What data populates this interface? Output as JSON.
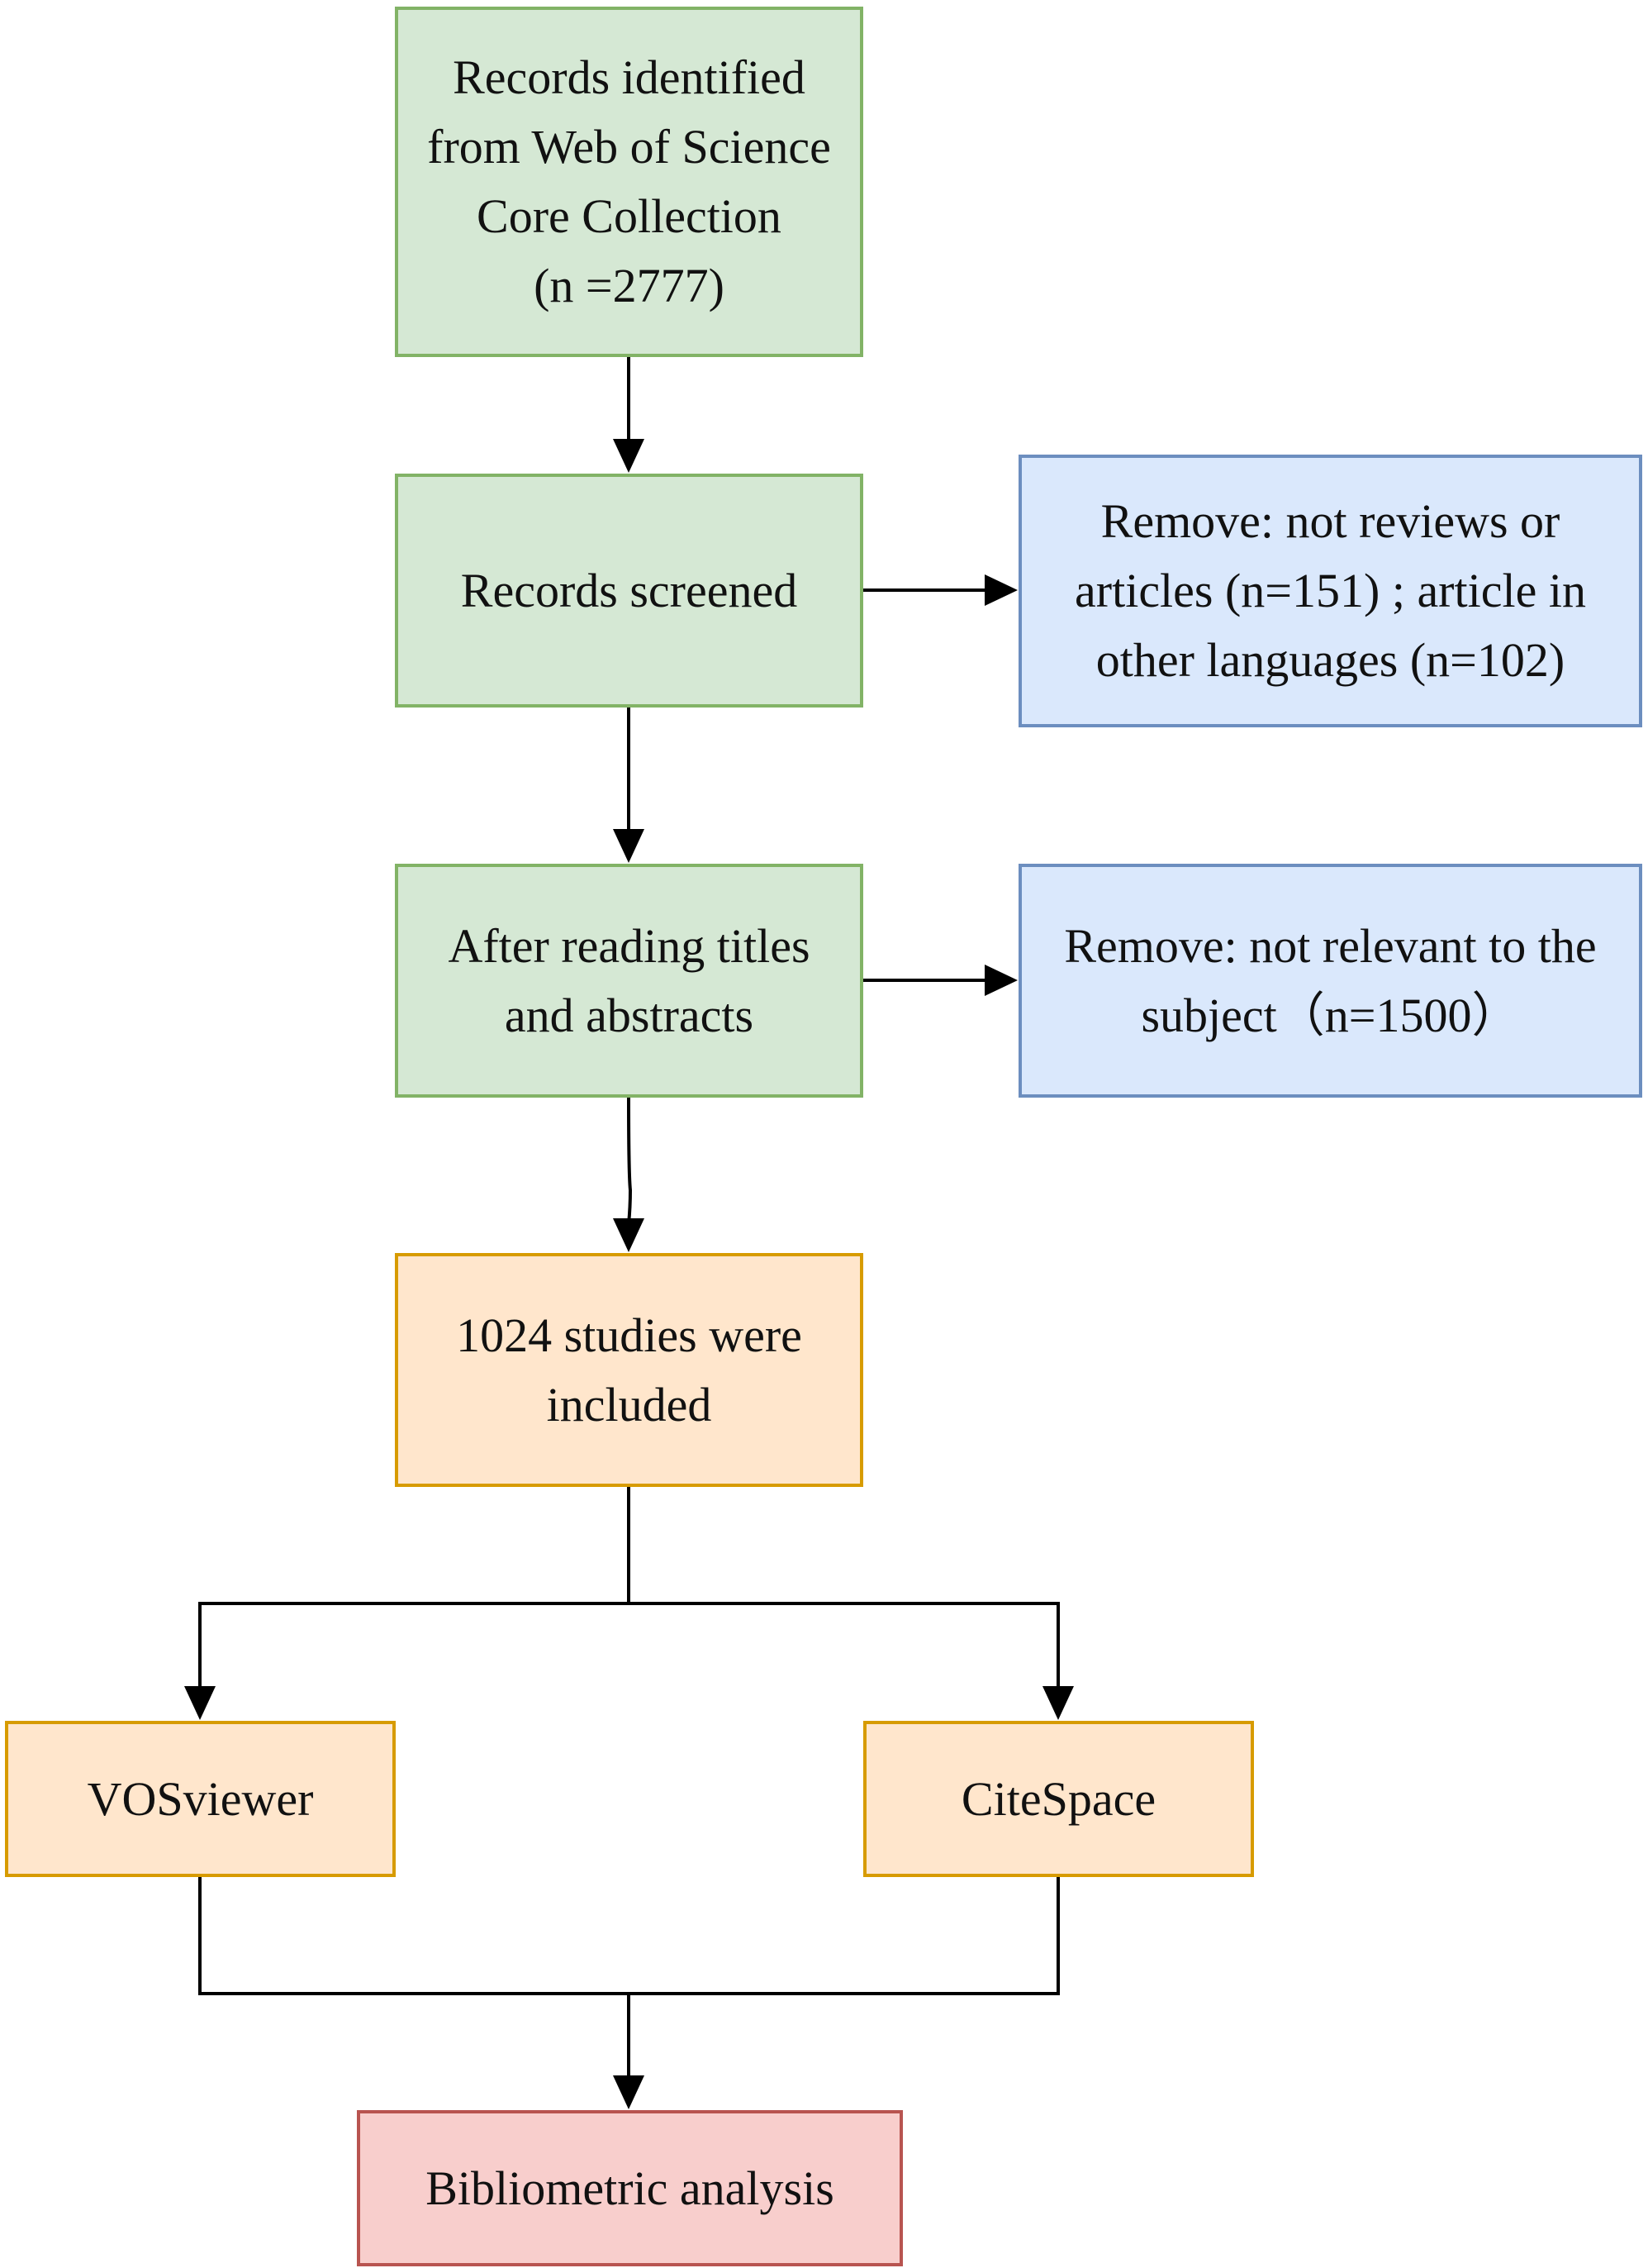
{
  "flowchart": {
    "nodes": {
      "identified": {
        "label": "Records identified\nfrom Web of Science\nCore Collection\n(n =2777)",
        "fill": "#d5e8d4",
        "stroke": "#82b366"
      },
      "screened": {
        "label": "Records screened",
        "fill": "#d5e8d4",
        "stroke": "#82b366"
      },
      "removed_1": {
        "label": "Remove: not reviews or\narticles (n=151) ; article in\nother languages (n=102)",
        "fill": "#dae8fc",
        "stroke": "#6c8ebf"
      },
      "after_reading": {
        "label": "After reading titles\nand abstracts",
        "fill": "#d5e8d4",
        "stroke": "#82b366"
      },
      "removed_2": {
        "label": "Remove: not relevant to the\nsubject（n=1500）",
        "fill": "#dae8fc",
        "stroke": "#6c8ebf"
      },
      "included": {
        "label": "1024 studies were\nincluded",
        "fill": "#ffe6cc",
        "stroke": "#d79b00"
      },
      "vosviewer": {
        "label": "VOSviewer",
        "fill": "#ffe6cc",
        "stroke": "#d79b00"
      },
      "citespace": {
        "label": "CiteSpace",
        "fill": "#ffe6cc",
        "stroke": "#d79b00"
      },
      "bibliometric": {
        "label": "Bibliometric analysis",
        "fill": "#f8cecc",
        "stroke": "#b85450"
      }
    },
    "edges": [
      {
        "from": "identified",
        "to": "screened"
      },
      {
        "from": "screened",
        "to": "removed_1"
      },
      {
        "from": "screened",
        "to": "after_reading"
      },
      {
        "from": "after_reading",
        "to": "removed_2"
      },
      {
        "from": "after_reading",
        "to": "included"
      },
      {
        "from": "included",
        "to": "vosviewer"
      },
      {
        "from": "included",
        "to": "citespace"
      },
      {
        "from": "vosviewer",
        "to": "bibliometric"
      },
      {
        "from": "citespace",
        "to": "bibliometric"
      }
    ],
    "edge_color": "#000000"
  }
}
